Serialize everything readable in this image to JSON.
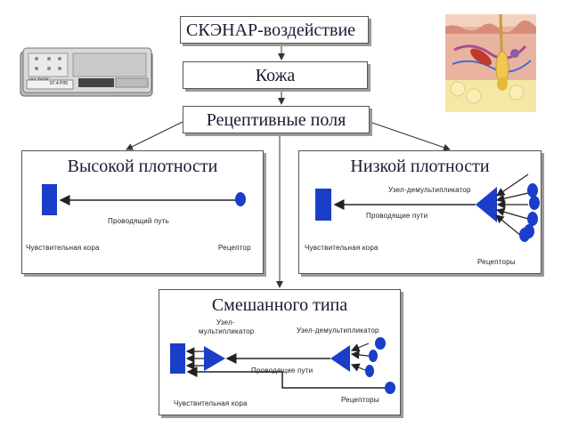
{
  "flow": {
    "step1": "СКЭНАР-воздействие",
    "step2": "Кожа",
    "step3": "Рецептивные поля"
  },
  "high_density": {
    "title": "Высокой плотности",
    "path": "Проводящий путь",
    "cortex": "Чувствительная кора",
    "receptor": "Рецептор"
  },
  "low_density": {
    "title": "Низкой плотности",
    "node": "Узел-демультипликатор",
    "paths": "Проводящие пути",
    "cortex": "Чувствительная кора",
    "receptors": "Рецепторы"
  },
  "mixed": {
    "title": "Смешанного типа",
    "mult_node_1": "Узел-",
    "mult_node_2": "мультипликатор",
    "demult_node": "Узел-демультипликатор",
    "paths": "Проводящие пути",
    "cortex": "Чувствительная кора",
    "receptors": "Рецепторы"
  },
  "device": {
    "label1": "СКЭ \"РИТМ\"",
    "label2": "97.4 P05"
  },
  "colors": {
    "node_blue": "#1a3ec8",
    "text_dark": "#1a1a33",
    "line": "#333333"
  }
}
